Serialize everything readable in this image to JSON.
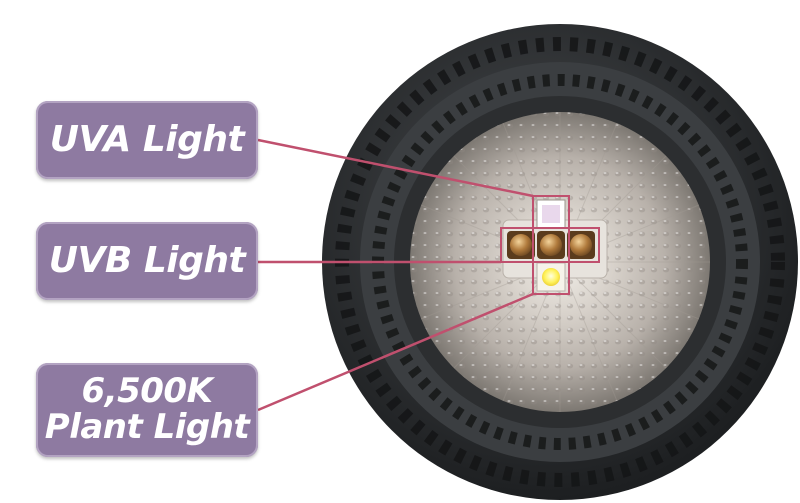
{
  "labels": {
    "uva": "UVA Light",
    "uvb": "UVB Light",
    "plant_line1": "6,500K",
    "plant_line2": "Plant Light"
  },
  "colors": {
    "label_fill": "#8e7aa1",
    "callout_line": "#c0506e",
    "housing": "#2a2c2e",
    "reflector": "#c9c4bf"
  },
  "icons": [
    "uva-led-icon",
    "uvb-led-icon",
    "plant-led-icon"
  ]
}
